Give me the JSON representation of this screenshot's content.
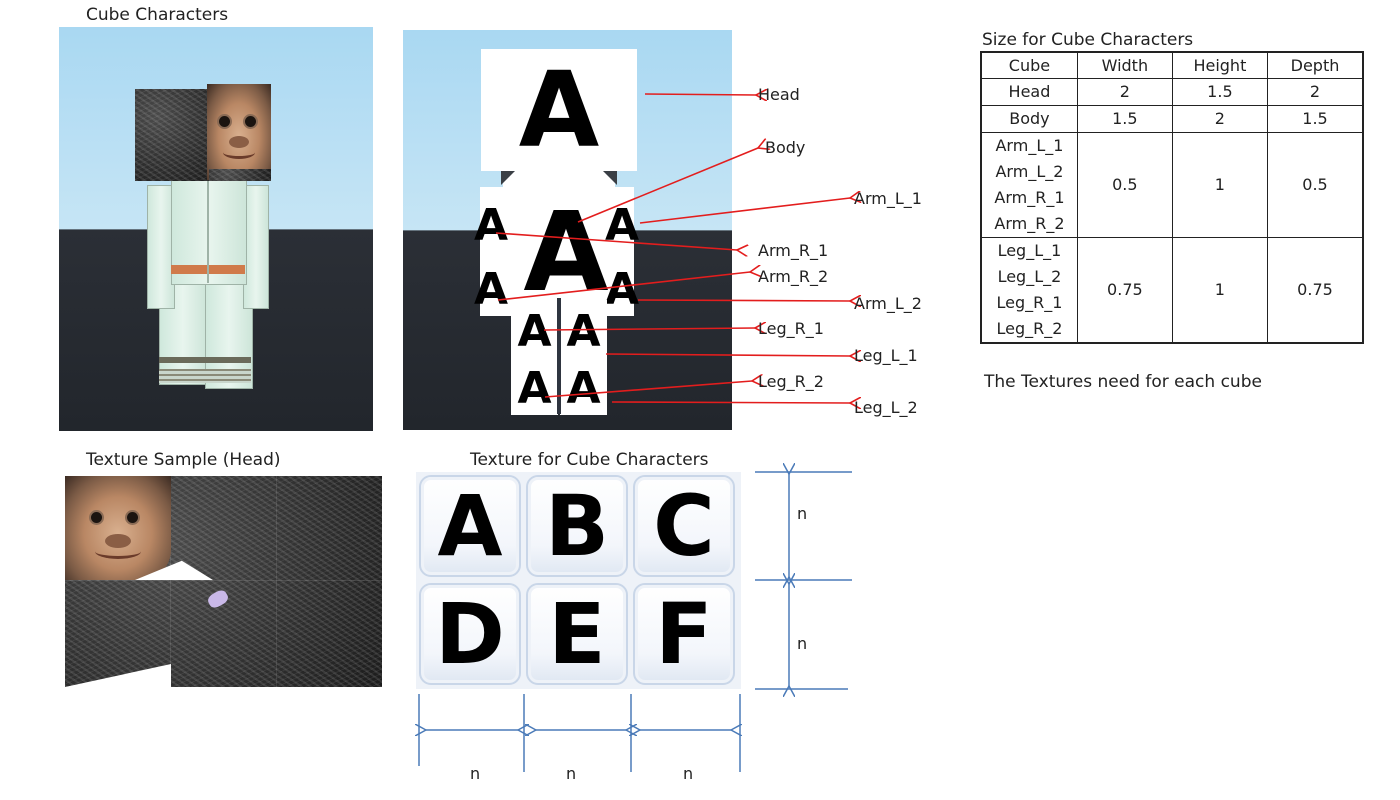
{
  "captions": {
    "cube_characters": "Cube Characters",
    "texture_sample": "Texture Sample (Head)",
    "texture_for_cube": "Texture for Cube Characters",
    "table_title": "Size for Cube Characters",
    "textures_note": "The Textures need for each cube"
  },
  "diagram": {
    "head_letter": "A",
    "body_letter": "A",
    "limb_letter": "A",
    "labels": {
      "head": "Head",
      "body": "Body",
      "arm_l_1": "Arm_L_1",
      "arm_r_1": "Arm_R_1",
      "arm_r_2": "Arm_R_2",
      "arm_l_2": "Arm_L_2",
      "leg_r_1": "Leg_R_1",
      "leg_l_1": "Leg_L_1",
      "leg_r_2": "Leg_R_2",
      "leg_l_2": "Leg_L_2"
    },
    "arrow_color": "#e31d1d"
  },
  "size_table": {
    "headers": [
      "Cube",
      "Width",
      "Height",
      "Depth"
    ],
    "rows": [
      {
        "names": [
          "Head"
        ],
        "width": "2",
        "height": "1.5",
        "depth": "2"
      },
      {
        "names": [
          "Body"
        ],
        "width": "1.5",
        "height": "2",
        "depth": "1.5"
      },
      {
        "names": [
          "Arm_L_1",
          "Arm_L_2",
          "Arm_R_1",
          "Arm_R_2"
        ],
        "width": "0.5",
        "height": "1",
        "depth": "0.5"
      },
      {
        "names": [
          "Leg_L_1",
          "Leg_L_2",
          "Leg_R_1",
          "Leg_R_2"
        ],
        "width": "0.75",
        "height": "1",
        "depth": "0.75"
      }
    ]
  },
  "texture_grid": {
    "letters": [
      "A",
      "B",
      "C",
      "D",
      "E",
      "F"
    ],
    "dim_label": "n",
    "dim_color": "#4a7ab8"
  }
}
